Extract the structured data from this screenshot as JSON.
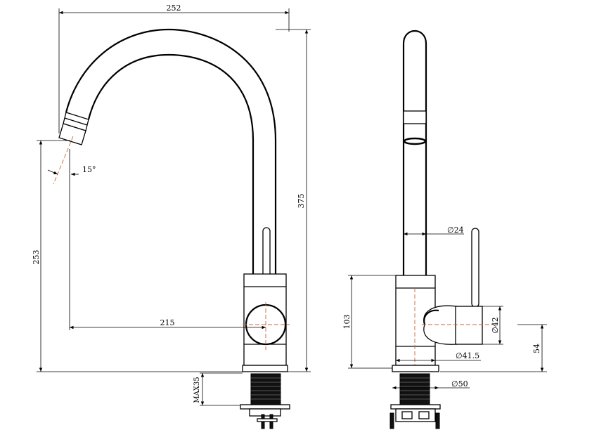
{
  "dimensions": {
    "overall_width": "252",
    "overall_height": "375",
    "spout_height": "253",
    "spout_reach": "215",
    "spout_angle": "15°",
    "spout_diameter": "24",
    "body_height": "103",
    "body_diameter": "41.5",
    "handle_diameter": "42",
    "handle_height": "54",
    "base_diameter": "50",
    "max_thickness": "MAX35"
  },
  "symbols": {
    "diameter": "∅"
  }
}
